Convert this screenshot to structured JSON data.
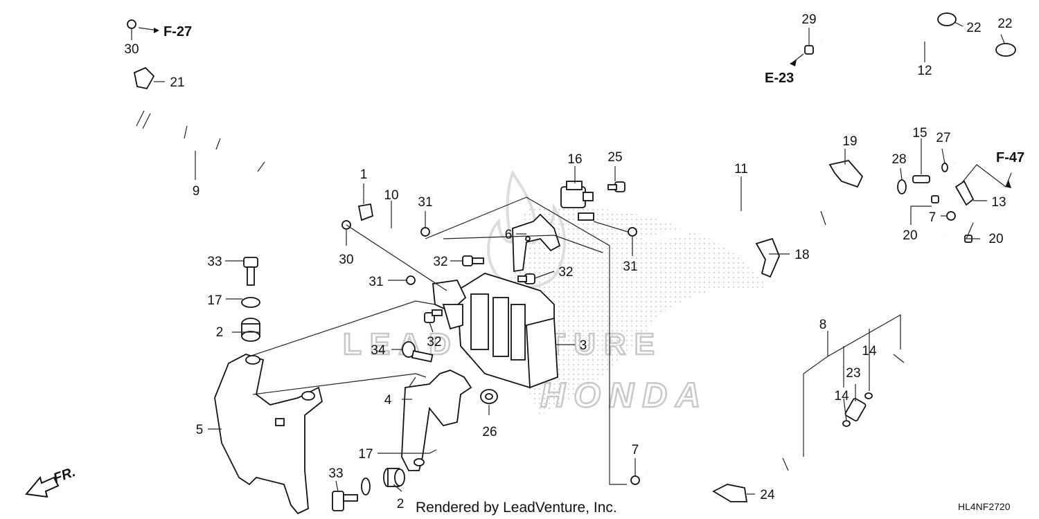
{
  "watermark": {
    "brand_text": "LEADVENTURE",
    "logo_text": "HONDA"
  },
  "callouts": [
    {
      "id": "c1",
      "text": "1"
    },
    {
      "id": "c2a",
      "text": "2"
    },
    {
      "id": "c2b",
      "text": "2"
    },
    {
      "id": "c3",
      "text": "3"
    },
    {
      "id": "c4",
      "text": "4"
    },
    {
      "id": "c5",
      "text": "5"
    },
    {
      "id": "c6",
      "text": "6"
    },
    {
      "id": "c7a",
      "text": "7"
    },
    {
      "id": "c7b",
      "text": "7"
    },
    {
      "id": "c8",
      "text": "8"
    },
    {
      "id": "c9",
      "text": "9"
    },
    {
      "id": "c10",
      "text": "10"
    },
    {
      "id": "c11",
      "text": "11"
    },
    {
      "id": "c12",
      "text": "12"
    },
    {
      "id": "c13",
      "text": "13"
    },
    {
      "id": "c14a",
      "text": "14"
    },
    {
      "id": "c14b",
      "text": "14"
    },
    {
      "id": "c15",
      "text": "15"
    },
    {
      "id": "c16",
      "text": "16"
    },
    {
      "id": "c17a",
      "text": "17"
    },
    {
      "id": "c17b",
      "text": "17"
    },
    {
      "id": "c18",
      "text": "18"
    },
    {
      "id": "c19",
      "text": "19"
    },
    {
      "id": "c20a",
      "text": "20"
    },
    {
      "id": "c20b",
      "text": "20"
    },
    {
      "id": "c21",
      "text": "21"
    },
    {
      "id": "c22a",
      "text": "22"
    },
    {
      "id": "c22b",
      "text": "22"
    },
    {
      "id": "c23",
      "text": "23"
    },
    {
      "id": "c24",
      "text": "24"
    },
    {
      "id": "c25",
      "text": "25"
    },
    {
      "id": "c26",
      "text": "26"
    },
    {
      "id": "c27",
      "text": "27"
    },
    {
      "id": "c28",
      "text": "28"
    },
    {
      "id": "c29",
      "text": "29"
    },
    {
      "id": "c30a",
      "text": "30"
    },
    {
      "id": "c30b",
      "text": "30"
    },
    {
      "id": "c31a",
      "text": "31"
    },
    {
      "id": "c31b",
      "text": "31"
    },
    {
      "id": "c31c",
      "text": "31"
    },
    {
      "id": "c32a",
      "text": "32"
    },
    {
      "id": "c32b",
      "text": "32"
    },
    {
      "id": "c32c",
      "text": "32"
    },
    {
      "id": "c33a",
      "text": "33"
    },
    {
      "id": "c33b",
      "text": "33"
    },
    {
      "id": "c34",
      "text": "34"
    }
  ],
  "references": {
    "f27": "F-27",
    "e23": "E-23",
    "f47": "F-47",
    "front": "FR."
  },
  "footer": {
    "rendered_by": "Rendered by LeadVenture, Inc.",
    "diagram_code": "HL4NF2720"
  }
}
